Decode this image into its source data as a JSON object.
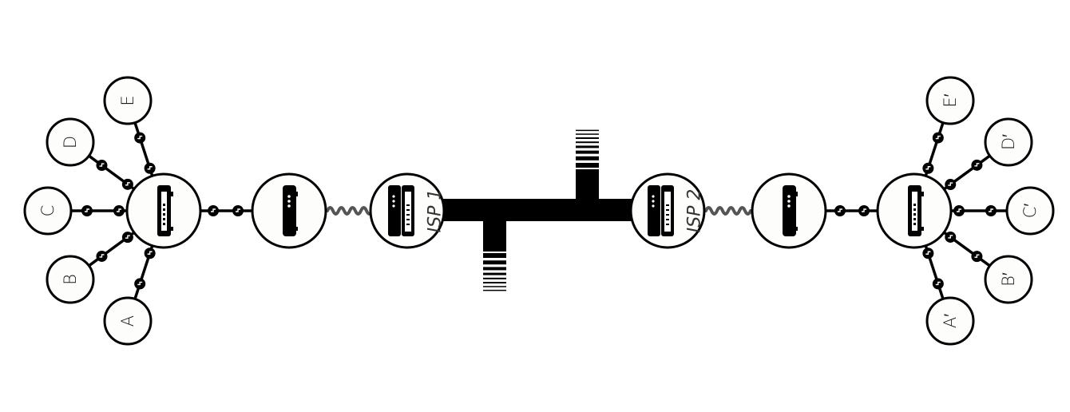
{
  "colors": {
    "ink": "#000000",
    "node_fill": "#fdfdfb",
    "background": "#ffffff",
    "coil": "#555555"
  },
  "left_hosts": [
    {
      "label": "A",
      "icon": "host-node"
    },
    {
      "label": "B",
      "icon": "host-node"
    },
    {
      "label": "C",
      "icon": "host-node"
    },
    {
      "label": "D",
      "icon": "host-node"
    },
    {
      "label": "E",
      "icon": "host-node"
    }
  ],
  "right_hosts": [
    {
      "label": "A′",
      "icon": "host-node"
    },
    {
      "label": "B′",
      "icon": "host-node"
    },
    {
      "label": "C′",
      "icon": "host-node"
    },
    {
      "label": "D′",
      "icon": "host-node"
    },
    {
      "label": "E′",
      "icon": "host-node"
    }
  ],
  "devices": {
    "left_switch": "switch-icon",
    "left_modem": "modem-icon",
    "right_modem": "modem-icon",
    "right_switch": "switch-icon"
  },
  "isp1": {
    "label": "ISP 1",
    "icon": "server-rack-icon"
  },
  "isp2": {
    "label": "ISP 2",
    "icon": "server-rack-icon"
  }
}
